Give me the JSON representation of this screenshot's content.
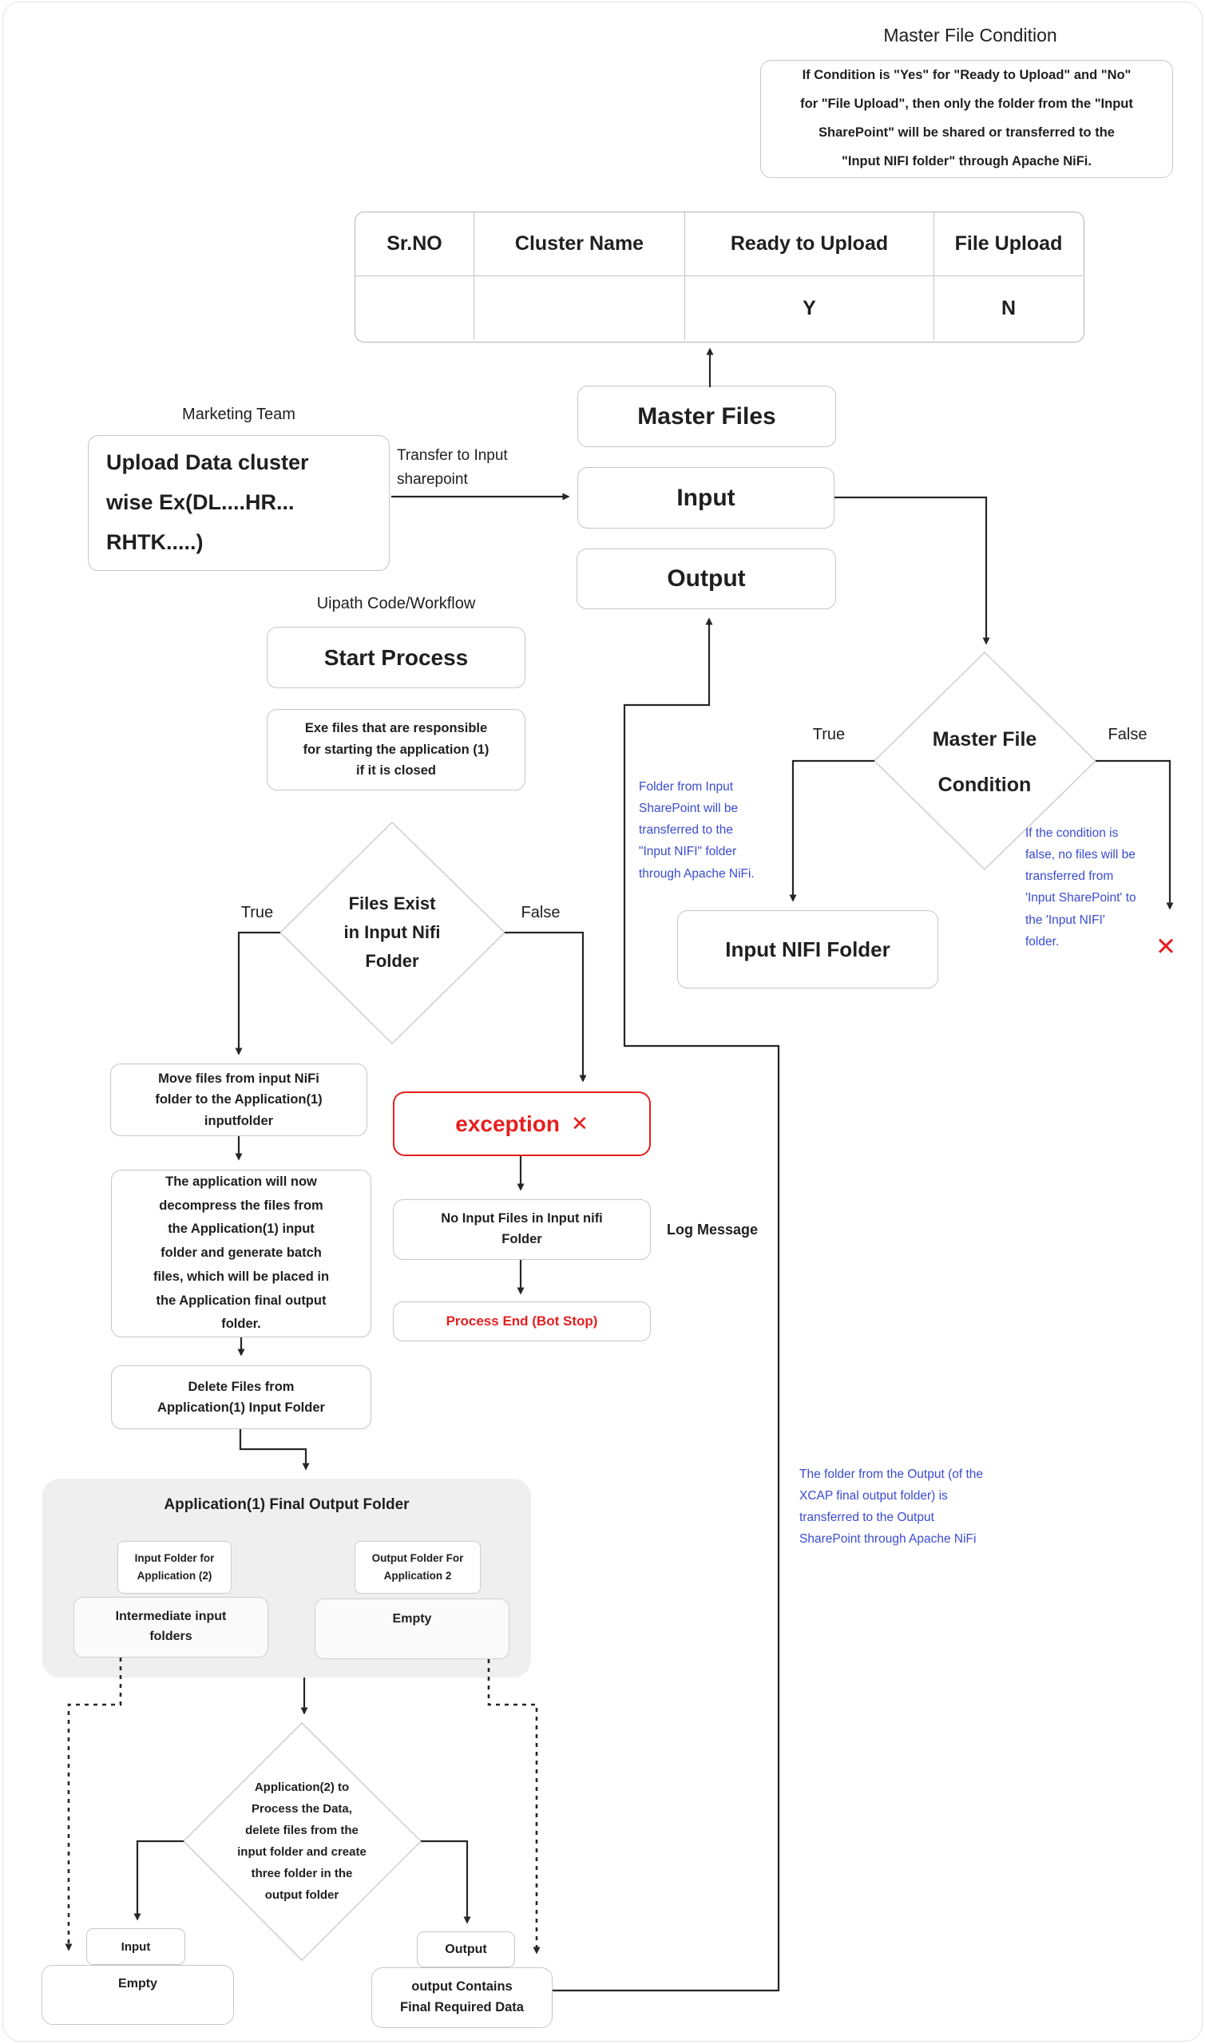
{
  "colors": {
    "annotation_blue": "#3a4cd1",
    "alert_red": "#e61e1e",
    "line": "#262626"
  },
  "master_condition": {
    "title": "Master File Condition",
    "note": "If Condition is \"Yes\" for \"Ready to Upload\" and \"No\"\nfor \"File Upload\", then only the folder from the \"Input\nSharePoint\" will be shared or transferred to the\n\"Input NIFI folder\" through Apache NiFi."
  },
  "table": {
    "headers": [
      "Sr.NO",
      "Cluster Name",
      "Ready to Upload",
      "File Upload"
    ],
    "row": [
      "",
      "",
      "Y",
      "N"
    ]
  },
  "marketing": {
    "team_label": "Marketing Team",
    "upload_text": "Upload Data cluster\nwise Ex(DL....HR...\nRHTK.....)",
    "transfer_label": "Transfer to Input\nsharepoint"
  },
  "sharepoint": {
    "master_files": "Master Files",
    "input": "Input",
    "output": "Output"
  },
  "uipath": {
    "label": "Uipath Code/Workflow",
    "start": "Start Process",
    "exe_note": "Exe files that are responsible\nfor starting the application (1)\nif it is closed"
  },
  "decisions": {
    "files_exist": {
      "text": "Files Exist\nin Input Nifi\nFolder",
      "true_label": "True",
      "false_label": "False"
    },
    "master_file": {
      "text": "Master File\nCondition",
      "true_label": "True",
      "false_label": "False"
    },
    "app2": {
      "text": "Application(2) to\nProcess the Data,\ndelete files from the\ninput folder and create\nthree folder in the\noutput folder"
    }
  },
  "annotations": {
    "nifi_true": "Folder from Input\nSharePoint will be\ntransferred to the\n\"Input NIFI\" folder\nthrough Apache NiFi.",
    "mfc_false": "If the condition is\nfalse, no files will be\ntransferred from\n'Input SharePoint' to\nthe 'Input NIFI'\nfolder.",
    "output_loop": "The folder from the Output (of the\nXCAP final output folder) is\ntransferred to the Output\nSharePoint through Apache NiFi",
    "x_mark": "✕"
  },
  "nifi_folder_label": "Input NIFI Folder",
  "exception": {
    "label": "exception",
    "x": "✕"
  },
  "log": {
    "no_input": "No Input Files in Input nifi\nFolder",
    "log_message": "Log Message",
    "process_end": "Process End (Bot Stop)"
  },
  "steps": {
    "move": "Move files from input NiFi\nfolder to the Application(1)\ninputfolder",
    "decompress": "The application will now\ndecompress the files from\nthe Application(1) input\nfolder and generate batch\nfiles, which will be placed in\nthe Application final output\nfolder.",
    "delete": "Delete Files from\nApplication(1) Input Folder"
  },
  "container": {
    "title": "Application(1) Final Output Folder",
    "input_folder": "Input Folder for\nApplication (2)",
    "output_folder": "Output Folder For\nApplication 2",
    "intermediate": "Intermediate input\nfolders",
    "empty": "Empty"
  },
  "final": {
    "input": "Input",
    "empty": "Empty",
    "output": "Output",
    "contains": "output Contains\nFinal Required Data"
  }
}
